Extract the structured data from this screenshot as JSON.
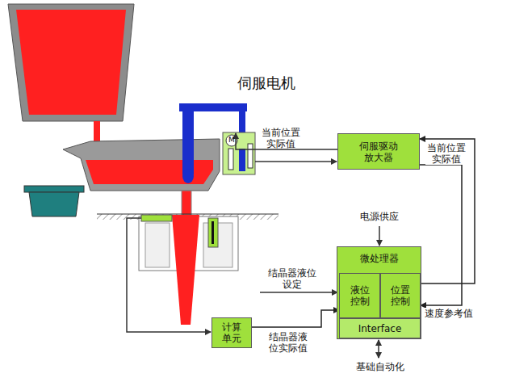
{
  "diagram": {
    "nodes": [
      {
        "text": [
          "伺服驱动 放大器"
        ]
      },
      {
        "text": [
          "微处理器"
        ]
      },
      {
        "text": [
          "液位 控制"
        ],
        "in": 1
      },
      {
        "text": [
          "位置 控制"
        ],
        "in": 1
      },
      {
        "text": [
          "Interface"
        ],
        "in": 1
      },
      {
        "text": [
          "计算 单元"
        ]
      }
    ],
    "edges": [
      {
        "from": 5,
        "to": 2,
        "label": "结晶器液 位实际值",
        "arrow": "to"
      },
      {
        "from": 2,
        "to": 3,
        "arrow": "to"
      },
      {
        "from": 3,
        "to": 0,
        "label": "速度参考值",
        "arrow": "to"
      },
      {
        "from": 0,
        "to": 3,
        "label": "当前位置 实际值",
        "arrow": "to"
      }
    ],
    "labels": [
      "伺服电机",
      "当前位置 实际值",
      "电源供应",
      "结晶器液位 设定",
      "基础自动化",
      "M"
    ]
  }
}
